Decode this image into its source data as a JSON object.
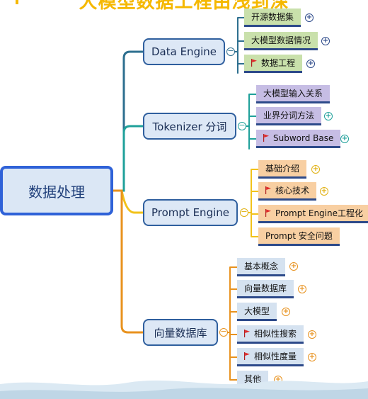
{
  "title": "大模型数据工程由浅到深",
  "root": {
    "label": "数据处理"
  },
  "colors": {
    "branch1": "#2d6f8f",
    "branch2": "#1fa09a",
    "branch3": "#f2c21a",
    "branch4": "#e8921e",
    "leaf_green": "#c9e0ab",
    "leaf_purple": "#c6bde4",
    "leaf_orange": "#f8cfa2",
    "leaf_blue": "#d5e2f0"
  },
  "branches": [
    {
      "label": "Data Engine",
      "leaves": [
        {
          "label": "开源数据集",
          "flag": false
        },
        {
          "label": "大模型数据情况",
          "flag": false
        },
        {
          "label": "数据工程",
          "flag": true
        }
      ]
    },
    {
      "label": "Tokenizer 分词",
      "leaves": [
        {
          "label": "大模型输入关系",
          "flag": false
        },
        {
          "label": "业界分词方法",
          "flag": false
        },
        {
          "label": "Subword Base",
          "flag": true
        }
      ]
    },
    {
      "label": "Prompt Engine",
      "leaves": [
        {
          "label": "基础介绍",
          "flag": false
        },
        {
          "label": "核心技术",
          "flag": true
        },
        {
          "label": "Prompt Engine工程化",
          "flag": true
        },
        {
          "label": "Prompt 安全问题",
          "flag": false
        }
      ]
    },
    {
      "label": "向量数据库",
      "leaves": [
        {
          "label": "基本概念",
          "flag": false
        },
        {
          "label": "向量数据库",
          "flag": false
        },
        {
          "label": "大模型",
          "flag": false
        },
        {
          "label": "相似性搜索",
          "flag": true
        },
        {
          "label": "相似性度量",
          "flag": true
        },
        {
          "label": "其他",
          "flag": false
        }
      ]
    }
  ]
}
